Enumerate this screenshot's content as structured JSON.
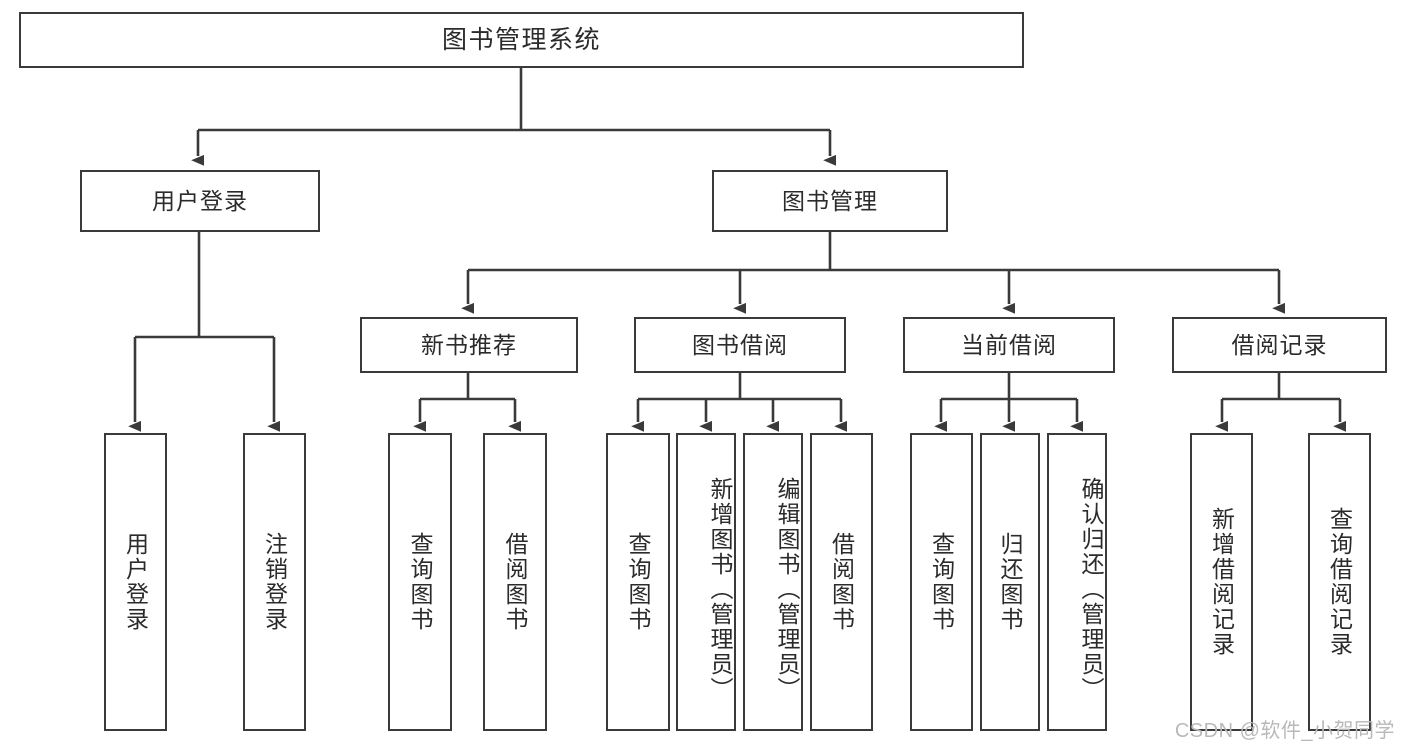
{
  "diagram": {
    "type": "tree-hierarchy",
    "title": "图书管理系统",
    "root": {
      "label": "图书管理系统"
    },
    "level1": [
      {
        "label": "用户登录"
      },
      {
        "label": "图书管理"
      }
    ],
    "level2": [
      {
        "label": "新书推荐"
      },
      {
        "label": "图书借阅"
      },
      {
        "label": "当前借阅"
      },
      {
        "label": "借阅记录"
      }
    ],
    "leaves": {
      "user_login": [
        {
          "label": "用户登录"
        },
        {
          "label": "注销登录"
        }
      ],
      "new_book_recommend": [
        {
          "label": "查询图书"
        },
        {
          "label": "借阅图书"
        }
      ],
      "book_borrow": [
        {
          "label": "查询图书"
        },
        {
          "label": "新增图书（管理员）"
        },
        {
          "label": "编辑图书（管理员）"
        },
        {
          "label": "借阅图书"
        }
      ],
      "current_borrow": [
        {
          "label": "查询图书"
        },
        {
          "label": "归还图书"
        },
        {
          "label": "确认归还（管理员）"
        }
      ],
      "borrow_record": [
        {
          "label": "新增借阅记录"
        },
        {
          "label": "查询借阅记录"
        }
      ]
    }
  },
  "watermark": {
    "text": "CSDN @软件_小贺同学"
  },
  "colors": {
    "box_border": "#3a3a3a",
    "box_fill": "#ffffff",
    "text": "#2b2b2b",
    "connector": "#3a3a3a",
    "watermark": "#b9b9b9",
    "background": "#ffffff"
  }
}
